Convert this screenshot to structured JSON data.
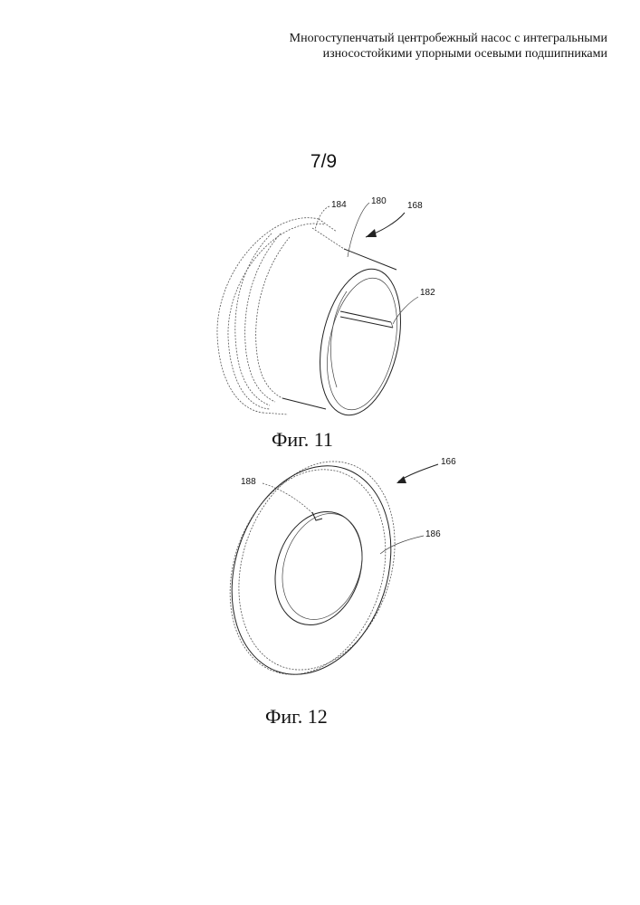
{
  "header": {
    "line1": "Многоступенчатый центробежный насос с интегральными",
    "line2": "износостойкими упорными осевыми подшипниками"
  },
  "sheet_number": "7/9",
  "figures": [
    {
      "caption": "Фиг. 11",
      "labels": {
        "l168": "168",
        "l180": "180",
        "l184": "184",
        "l182": "182"
      }
    },
    {
      "caption": "Фиг. 12",
      "labels": {
        "l166": "166",
        "l188": "188",
        "l186": "186"
      }
    }
  ]
}
